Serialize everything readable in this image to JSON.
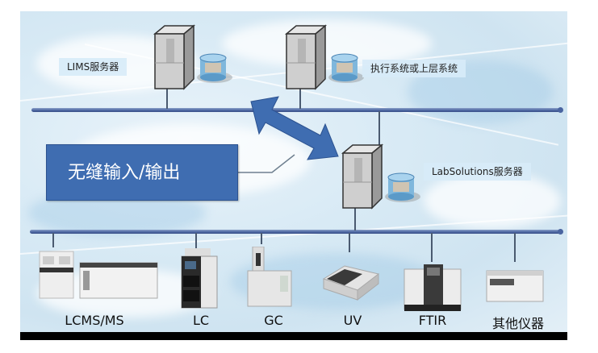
{
  "diagram": {
    "top_labels": {
      "lims_server": "LIMS服务器",
      "upper_system": "执行系统或上层系统",
      "labsolutions_server": "LabSolutions服务器"
    },
    "callout": "无缝输入/输出",
    "instruments": [
      {
        "id": "lcmsms",
        "label": "LCMS/MS"
      },
      {
        "id": "lc",
        "label": "LC"
      },
      {
        "id": "gc",
        "label": "GC"
      },
      {
        "id": "uv",
        "label": "UV"
      },
      {
        "id": "ftir",
        "label": "FTIR"
      },
      {
        "id": "other",
        "label": "其他仪器"
      }
    ],
    "colors": {
      "bus": "#4a64a0",
      "callout_bg": "#3f6db1",
      "arrow": "#3f6db1",
      "label_bg": "#d7ebf8",
      "background": "#d8eaf5"
    }
  }
}
